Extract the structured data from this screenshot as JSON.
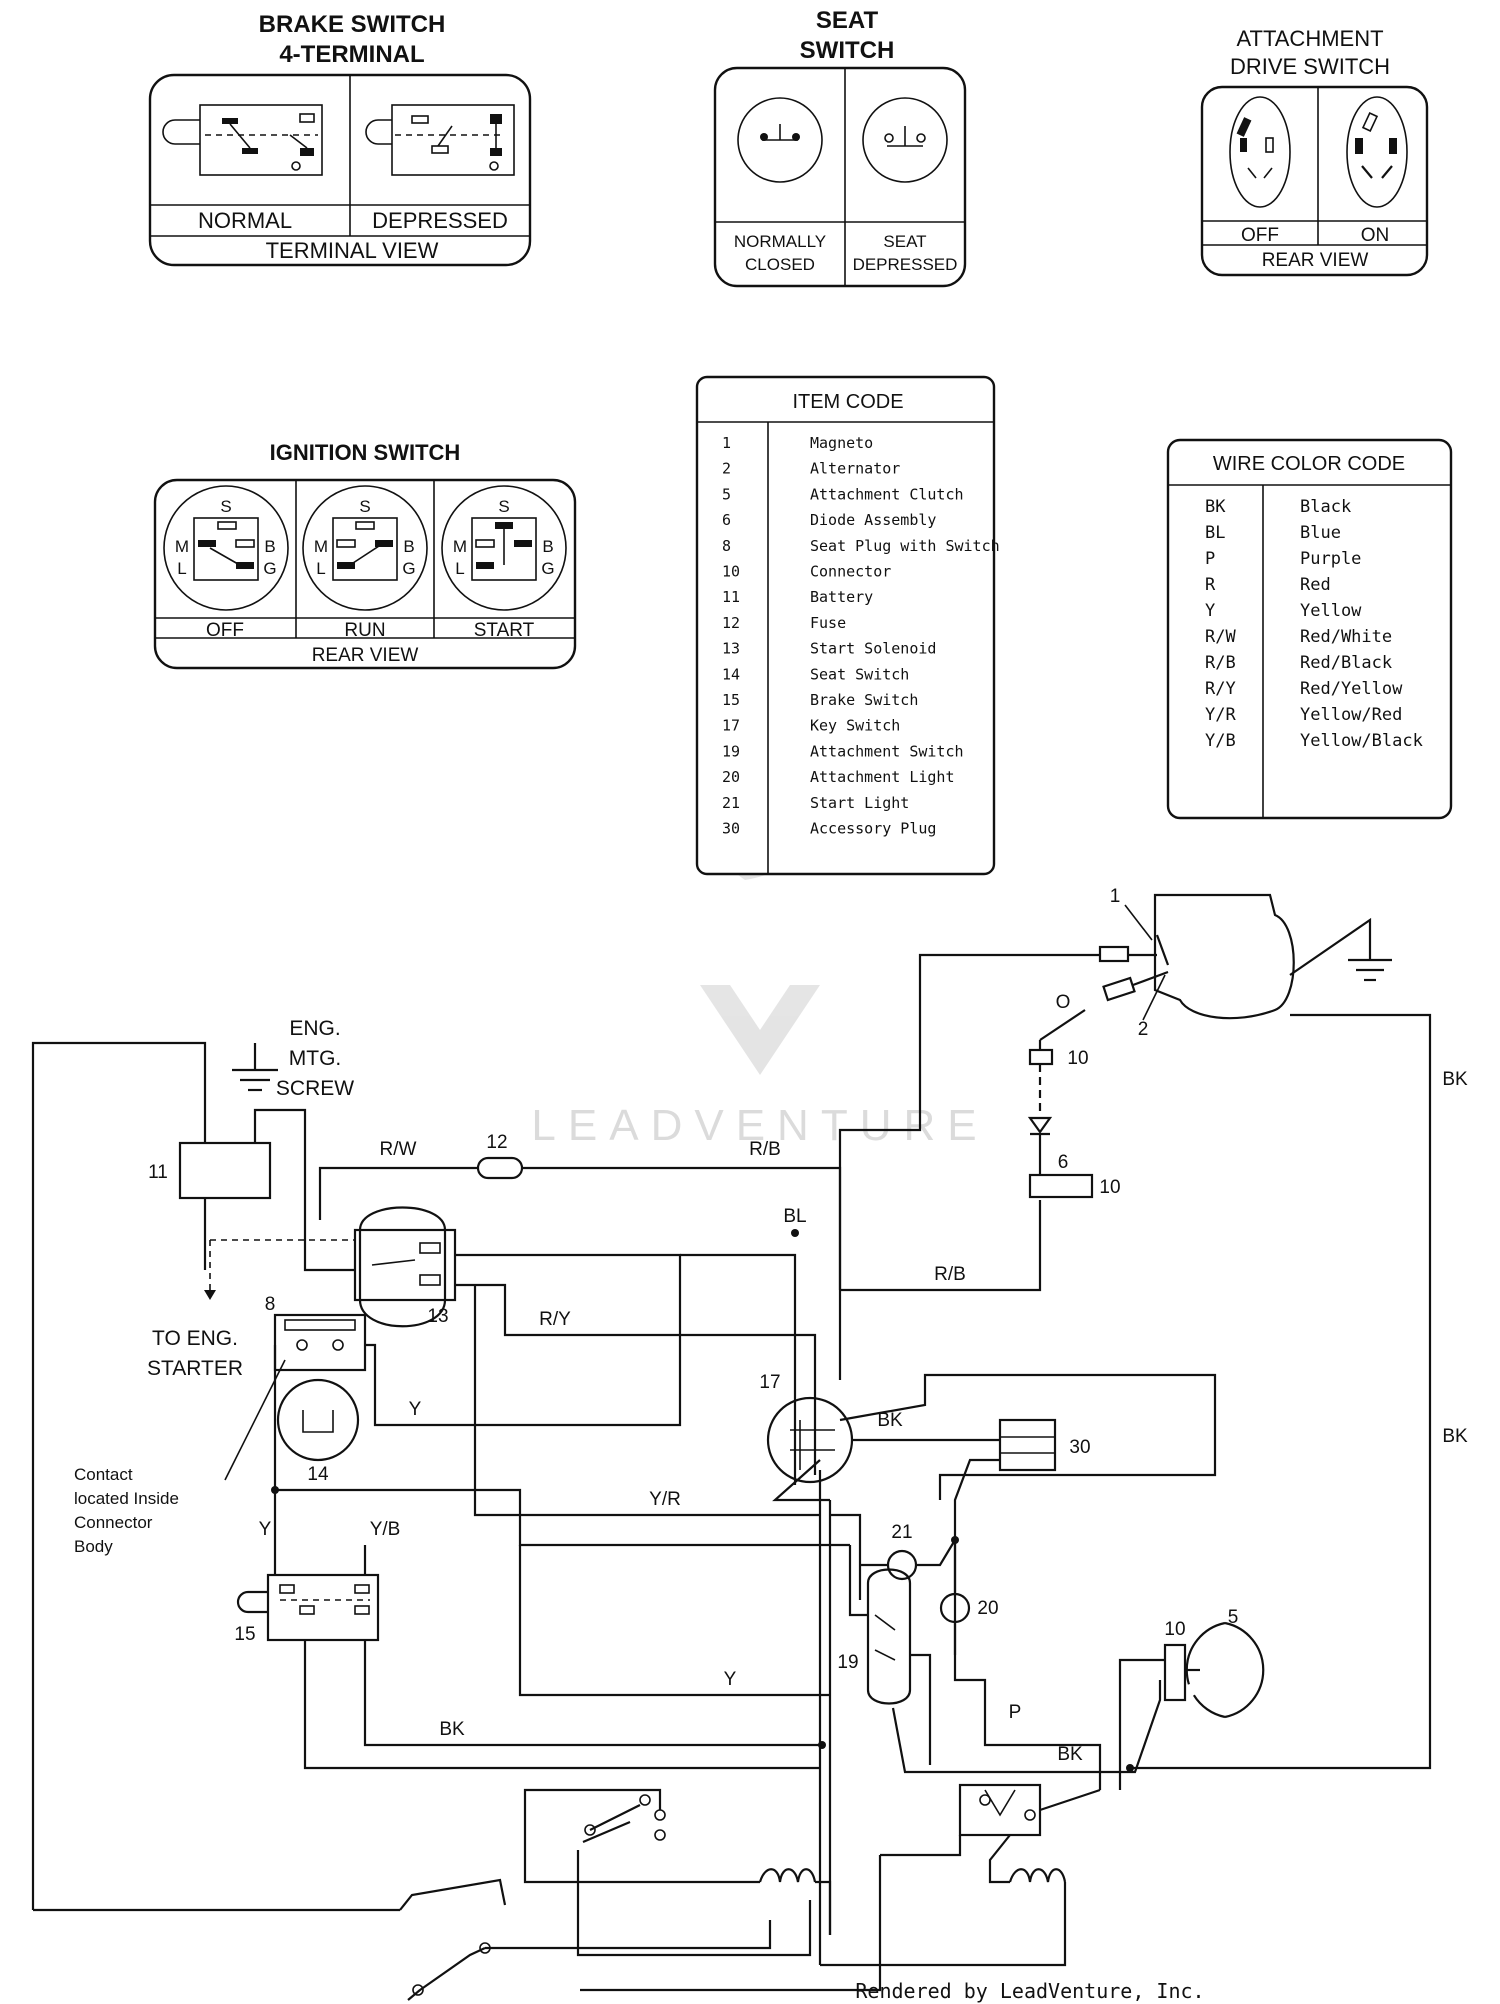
{
  "brake_switch": {
    "title1": "BRAKE SWITCH",
    "title2": "4-TERMINAL",
    "state_normal": "NORMAL",
    "state_depressed": "DEPRESSED",
    "view": "TERMINAL VIEW"
  },
  "seat_switch": {
    "title1": "SEAT",
    "title2": "SWITCH",
    "state1a": "NORMALLY",
    "state1b": "CLOSED",
    "state2a": "SEAT",
    "state2b": "DEPRESSED"
  },
  "attachment_switch": {
    "title1": "ATTACHMENT",
    "title2": "DRIVE SWITCH",
    "state_off": "OFF",
    "state_on": "ON",
    "view": "REAR VIEW"
  },
  "ignition_switch": {
    "title": "IGNITION SWITCH",
    "state_off": "OFF",
    "state_run": "RUN",
    "state_start": "START",
    "view": "REAR VIEW",
    "term_s": "S",
    "term_m": "M",
    "term_b": "B",
    "term_l": "L",
    "term_g": "G"
  },
  "item_code": {
    "title": "ITEM CODE",
    "items": [
      {
        "code": "1",
        "name": "Magneto"
      },
      {
        "code": "2",
        "name": "Alternator"
      },
      {
        "code": "5",
        "name": "Attachment Clutch"
      },
      {
        "code": "6",
        "name": "Diode Assembly"
      },
      {
        "code": "8",
        "name": "Seat Plug with Switch"
      },
      {
        "code": "10",
        "name": "Connector"
      },
      {
        "code": "11",
        "name": "Battery"
      },
      {
        "code": "12",
        "name": "Fuse"
      },
      {
        "code": "13",
        "name": "Start Solenoid"
      },
      {
        "code": "14",
        "name": "Seat Switch"
      },
      {
        "code": "15",
        "name": "Brake Switch"
      },
      {
        "code": "17",
        "name": "Key Switch"
      },
      {
        "code": "19",
        "name": "Attachment Switch"
      },
      {
        "code": "20",
        "name": "Attachment Light"
      },
      {
        "code": "21",
        "name": "Start Light"
      },
      {
        "code": "30",
        "name": "Accessory Plug"
      }
    ]
  },
  "wire_color_code": {
    "title": "WIRE COLOR CODE",
    "items": [
      {
        "code": "BK",
        "name": "Black"
      },
      {
        "code": "BL",
        "name": "Blue"
      },
      {
        "code": "P",
        "name": "Purple"
      },
      {
        "code": "R",
        "name": "Red"
      },
      {
        "code": "Y",
        "name": "Yellow"
      },
      {
        "code": "R/W",
        "name": "Red/White"
      },
      {
        "code": "R/B",
        "name": "Red/Black"
      },
      {
        "code": "R/Y",
        "name": "Red/Yellow"
      },
      {
        "code": "Y/R",
        "name": "Yellow/Red"
      },
      {
        "code": "Y/B",
        "name": "Yellow/Black"
      }
    ]
  },
  "schematic": {
    "eng_mtg_1": "ENG.",
    "eng_mtg_2": "MTG.",
    "eng_mtg_3": "SCREW",
    "to_eng_1": "TO ENG.",
    "to_eng_2": "STARTER",
    "contact_1": "Contact",
    "contact_2": "located Inside",
    "contact_3": "Connector",
    "contact_4": "Body",
    "wire_rw": "R/W",
    "wire_rb_top": "R/B",
    "wire_bl": "BL",
    "wire_ry": "R/Y",
    "wire_rb_mid": "R/B",
    "wire_y_1": "Y",
    "wire_bk_mid": "BK",
    "wire_yr": "Y/R",
    "wire_y_left": "Y",
    "wire_yb": "Y/B",
    "wire_y_bottom": "Y",
    "wire_bk_bottom": "BK",
    "wire_p": "P",
    "wire_bk_br": "BK",
    "wire_o": "O",
    "wire_bk_right1": "BK",
    "wire_bk_right2": "BK",
    "n1": "1",
    "n2": "2",
    "n10a": "10",
    "n6": "6",
    "n10b": "10",
    "n11": "11",
    "n12": "12",
    "n13": "13",
    "n8": "8",
    "n14": "14",
    "n17": "17",
    "n30": "30",
    "n21": "21",
    "n20": "20",
    "n19": "19",
    "n15": "15",
    "n10c": "10",
    "n5": "5"
  },
  "watermark": "LEADVENTURE",
  "footer": "Rendered by LeadVenture, Inc."
}
